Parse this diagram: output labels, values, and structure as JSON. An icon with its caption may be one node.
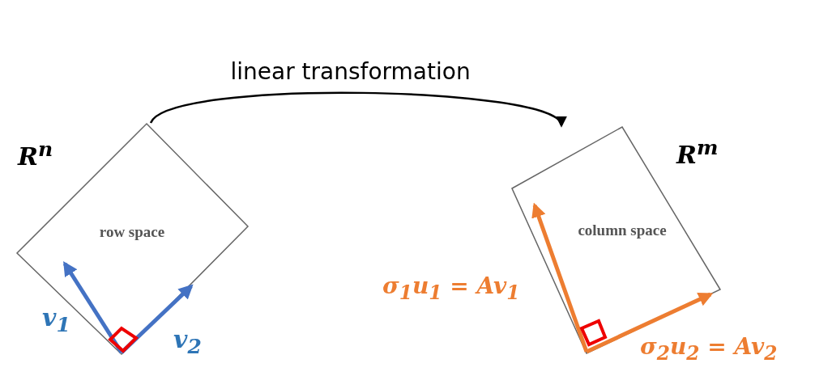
{
  "diagram": {
    "nodes": [
      {
        "text": [
          "row space"
        ]
      },
      {
        "text": [
          "column space"
        ]
      }
    ],
    "edges": [
      {
        "from": 0,
        "to": 1,
        "arrow": "to",
        "label": "linear transformation"
      }
    ],
    "labels": [
      "R$^{n}$",
      "R$^{m}$",
      "v$_{1}$",
      "v$_{2}$",
      "σ$_{1}$u$_{1}$ = Av$_{1}$",
      "σ$_{2}$u$_{2}$ = Av$_{2}$"
    ]
  }
}
